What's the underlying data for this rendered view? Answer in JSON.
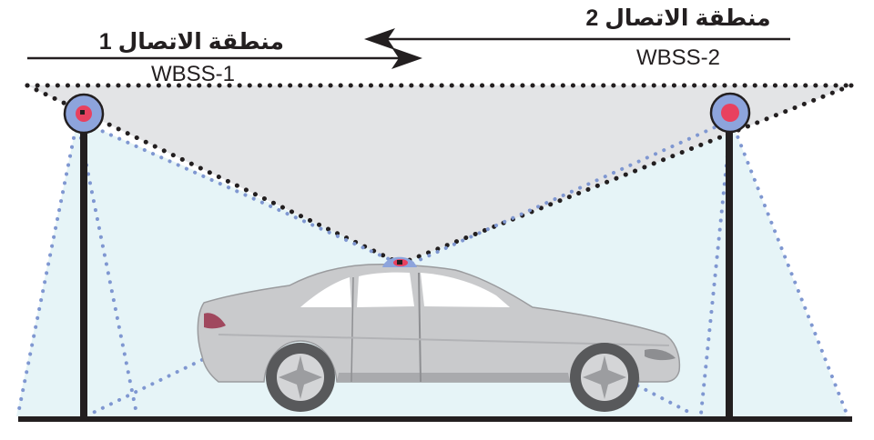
{
  "zone1": {
    "title": "منطقة الاتصال 1",
    "id": "WBSS-1"
  },
  "zone2": {
    "title": "منطقة الاتصال 2",
    "id": "WBSS-2"
  },
  "colors": {
    "ink": "#231f20",
    "coverage_fill": "#e6f4f7",
    "overlap_fill": "#e3e4e6",
    "beam_dots": "#7f97d1",
    "antenna_ring": "#8da4dc",
    "antenna_core": "#e8415f",
    "car_body": "#c9cacc",
    "car_shadow": "#9a9b9e",
    "tail_light": "#a0485e"
  },
  "icons": {
    "left_antenna": "access-point-icon",
    "right_antenna": "access-point-icon",
    "roof_antenna": "vehicle-antenna-icon",
    "arrow_left": "arrow-left-icon",
    "arrow_right": "arrow-right-icon"
  }
}
